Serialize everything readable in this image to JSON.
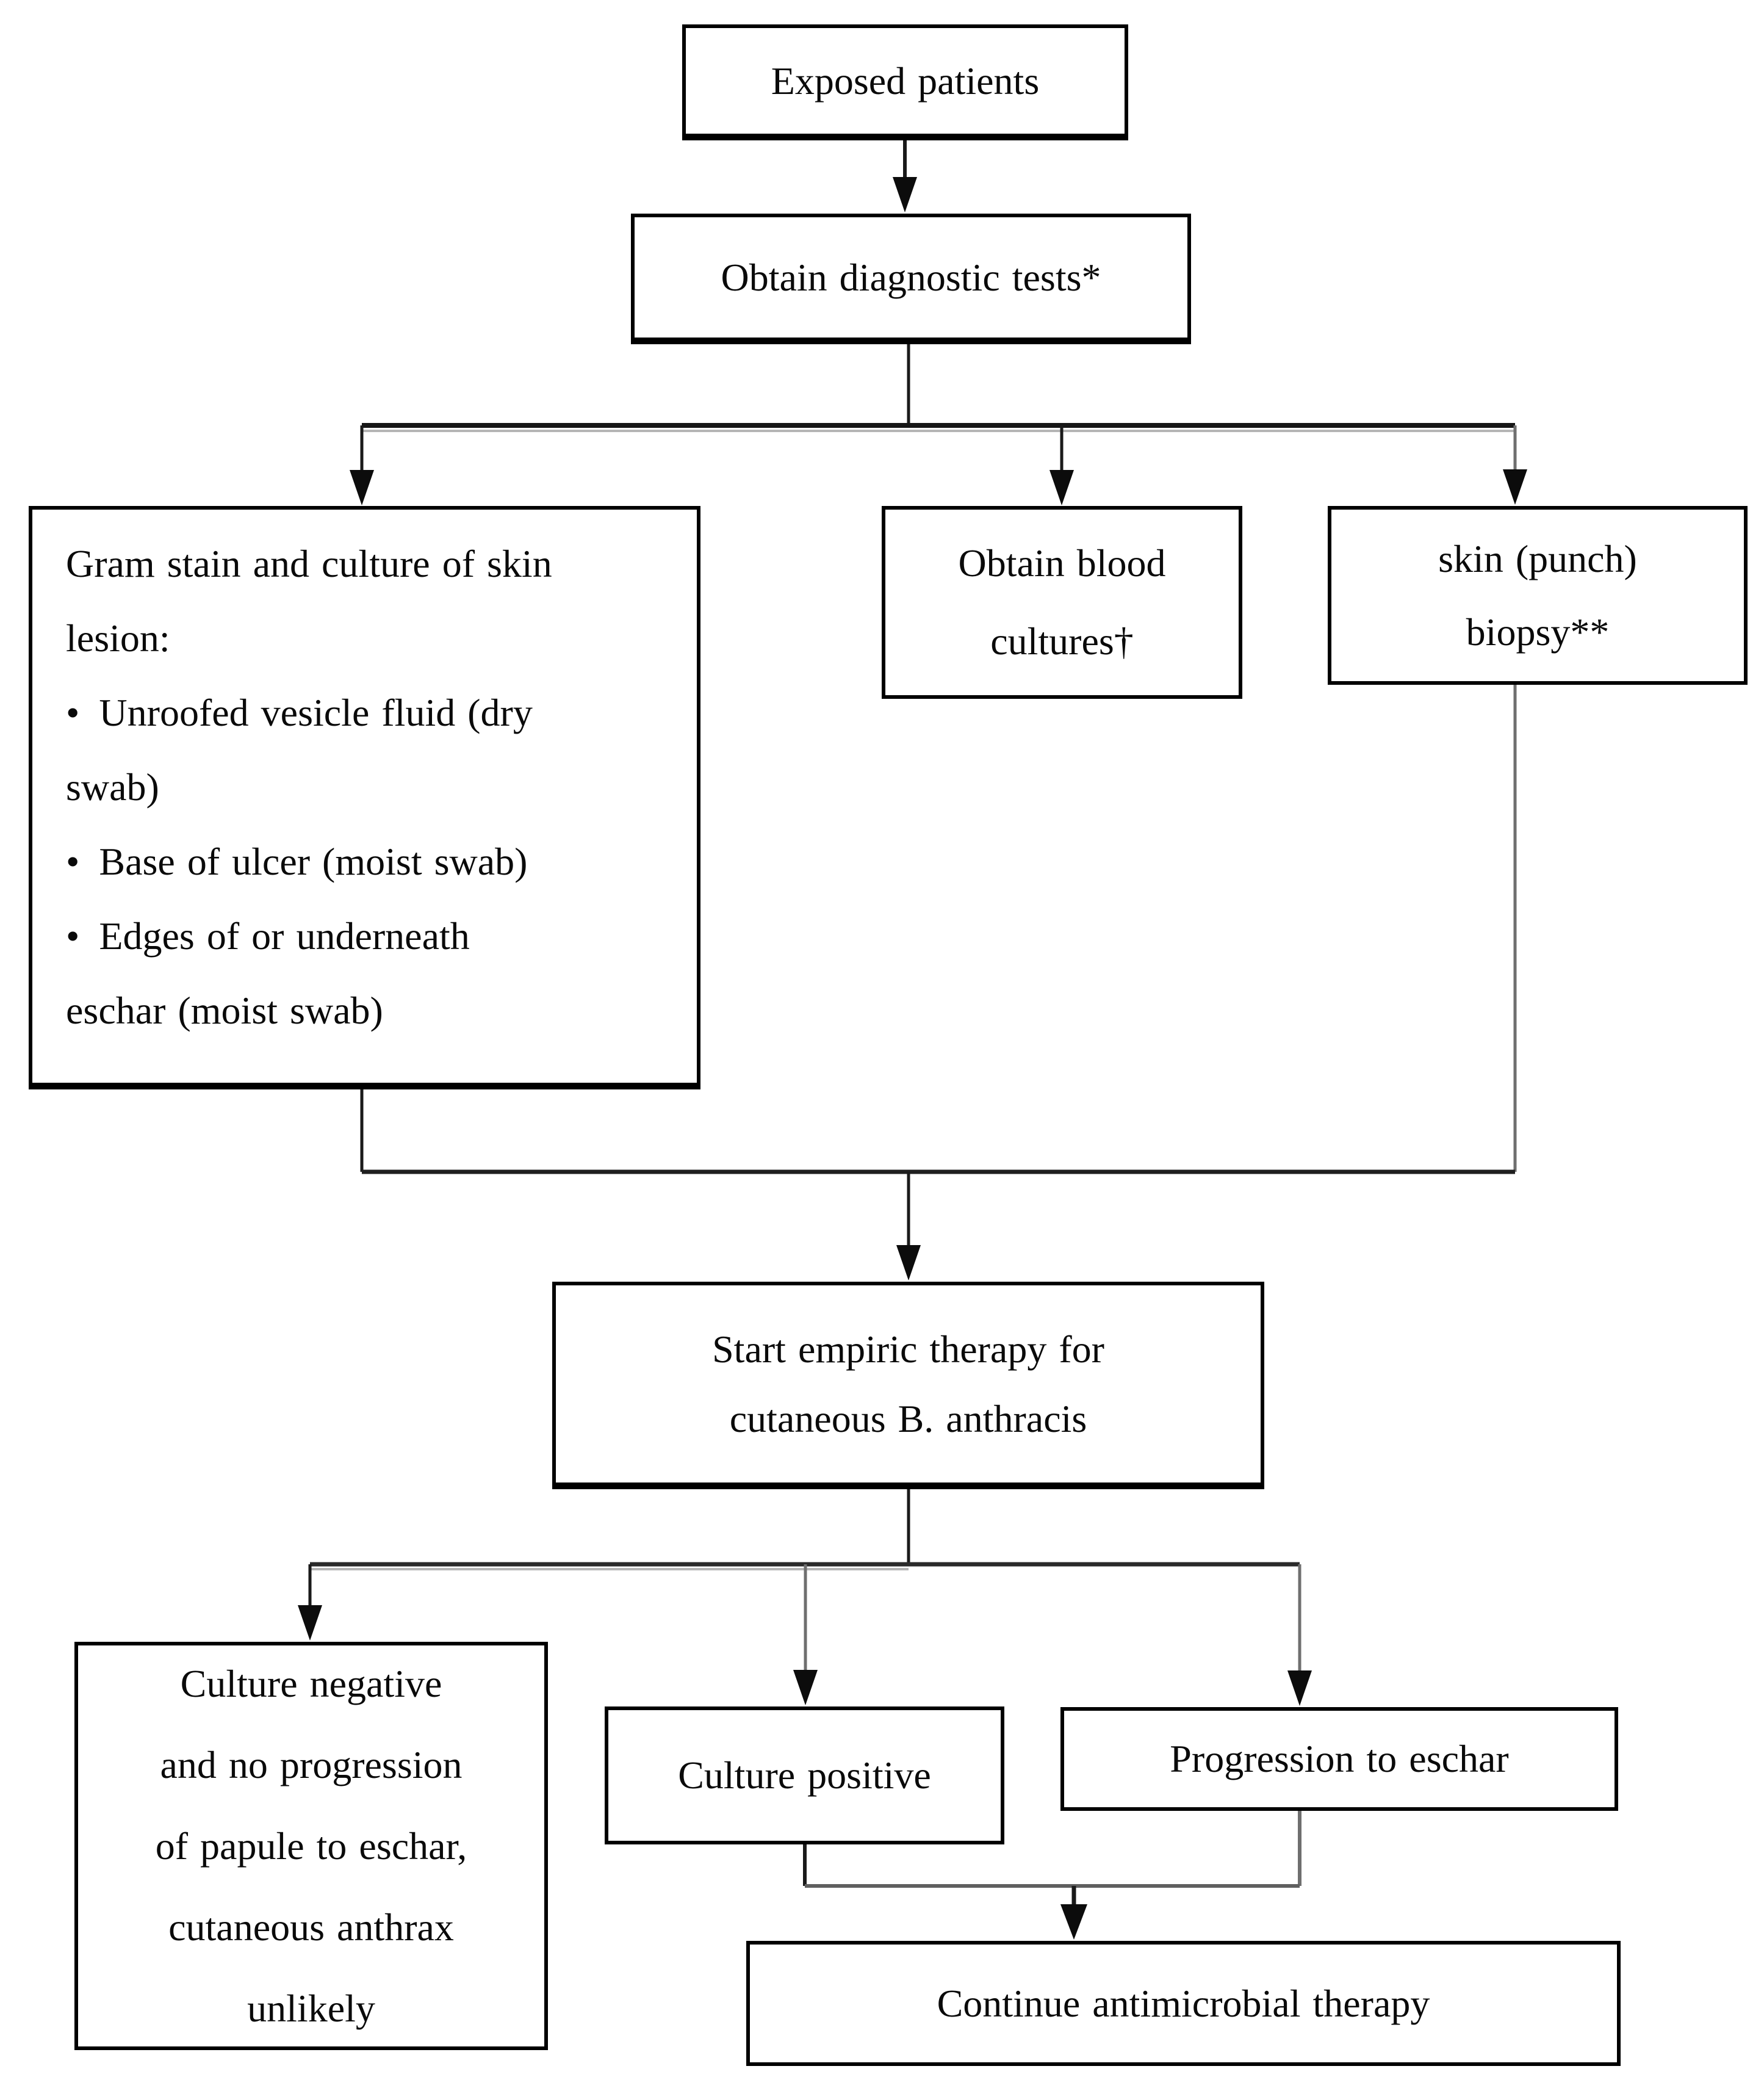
{
  "figure": {
    "type": "flowchart",
    "colors": {
      "background": "#ffffff",
      "box_border": "#000000",
      "text": "#0a0a0a",
      "connector": "#1a1a1a",
      "connector_gray": "#6f6f6f",
      "connector_shadow": "#b5b5b5"
    },
    "nodes": {
      "exposed": {
        "label": "Exposed patients"
      },
      "diagnostic": {
        "label": "Obtain diagnostic tests*"
      },
      "gram": {
        "lines": [
          "Gram stain and culture of skin",
          "lesion:",
          "• Unroofed vesicle fluid (dry",
          "swab)",
          "• Base of ulcer (moist swab)",
          "• Edges of or underneath",
          "eschar (moist swab)"
        ]
      },
      "blood": {
        "lines": [
          "Obtain blood",
          "cultures†"
        ]
      },
      "biopsy": {
        "lines": [
          "skin (punch)",
          "biopsy**"
        ]
      },
      "empiric": {
        "lines": [
          "Start empiric therapy for",
          "cutaneous B. anthracis"
        ]
      },
      "culture_negative": {
        "lines": [
          "Culture negative",
          "and no progression",
          "of papule to eschar,",
          "cutaneous anthrax",
          "unlikely"
        ]
      },
      "culture_positive": {
        "label": "Culture positive"
      },
      "progression": {
        "label": "Progression to eschar"
      },
      "continue": {
        "label": "Continue antimicrobial therapy"
      }
    }
  }
}
